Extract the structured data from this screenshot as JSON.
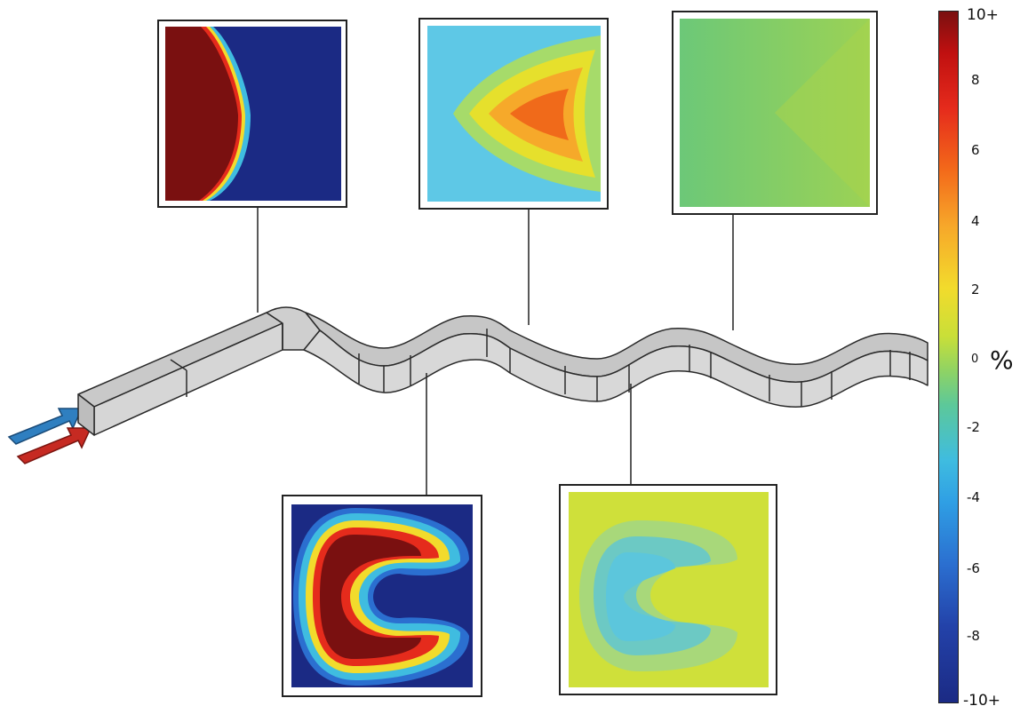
{
  "colorbar": {
    "ticks": [
      "10+",
      "8",
      "6",
      "4",
      "2",
      "0",
      "-2",
      "-4",
      "-6",
      "-8",
      "-10+"
    ],
    "unit": "%",
    "colors": [
      "#7a1010",
      "#e52b1c",
      "#f7a72a",
      "#c9df38",
      "#5cc89a",
      "#3fbce0",
      "#2b6fd0",
      "#1b2a84"
    ]
  },
  "inlet_arrows": {
    "colors": [
      "#2f7fc0",
      "#c62a22"
    ]
  },
  "duct": {
    "fill": "#d4d4d4",
    "stroke": "#2a2a2a"
  },
  "cross_sections": [
    {
      "id": "section-1",
      "position": "above"
    },
    {
      "id": "section-2",
      "position": "above"
    },
    {
      "id": "section-3",
      "position": "above"
    },
    {
      "id": "section-4",
      "position": "below"
    },
    {
      "id": "section-5",
      "position": "below"
    }
  ]
}
